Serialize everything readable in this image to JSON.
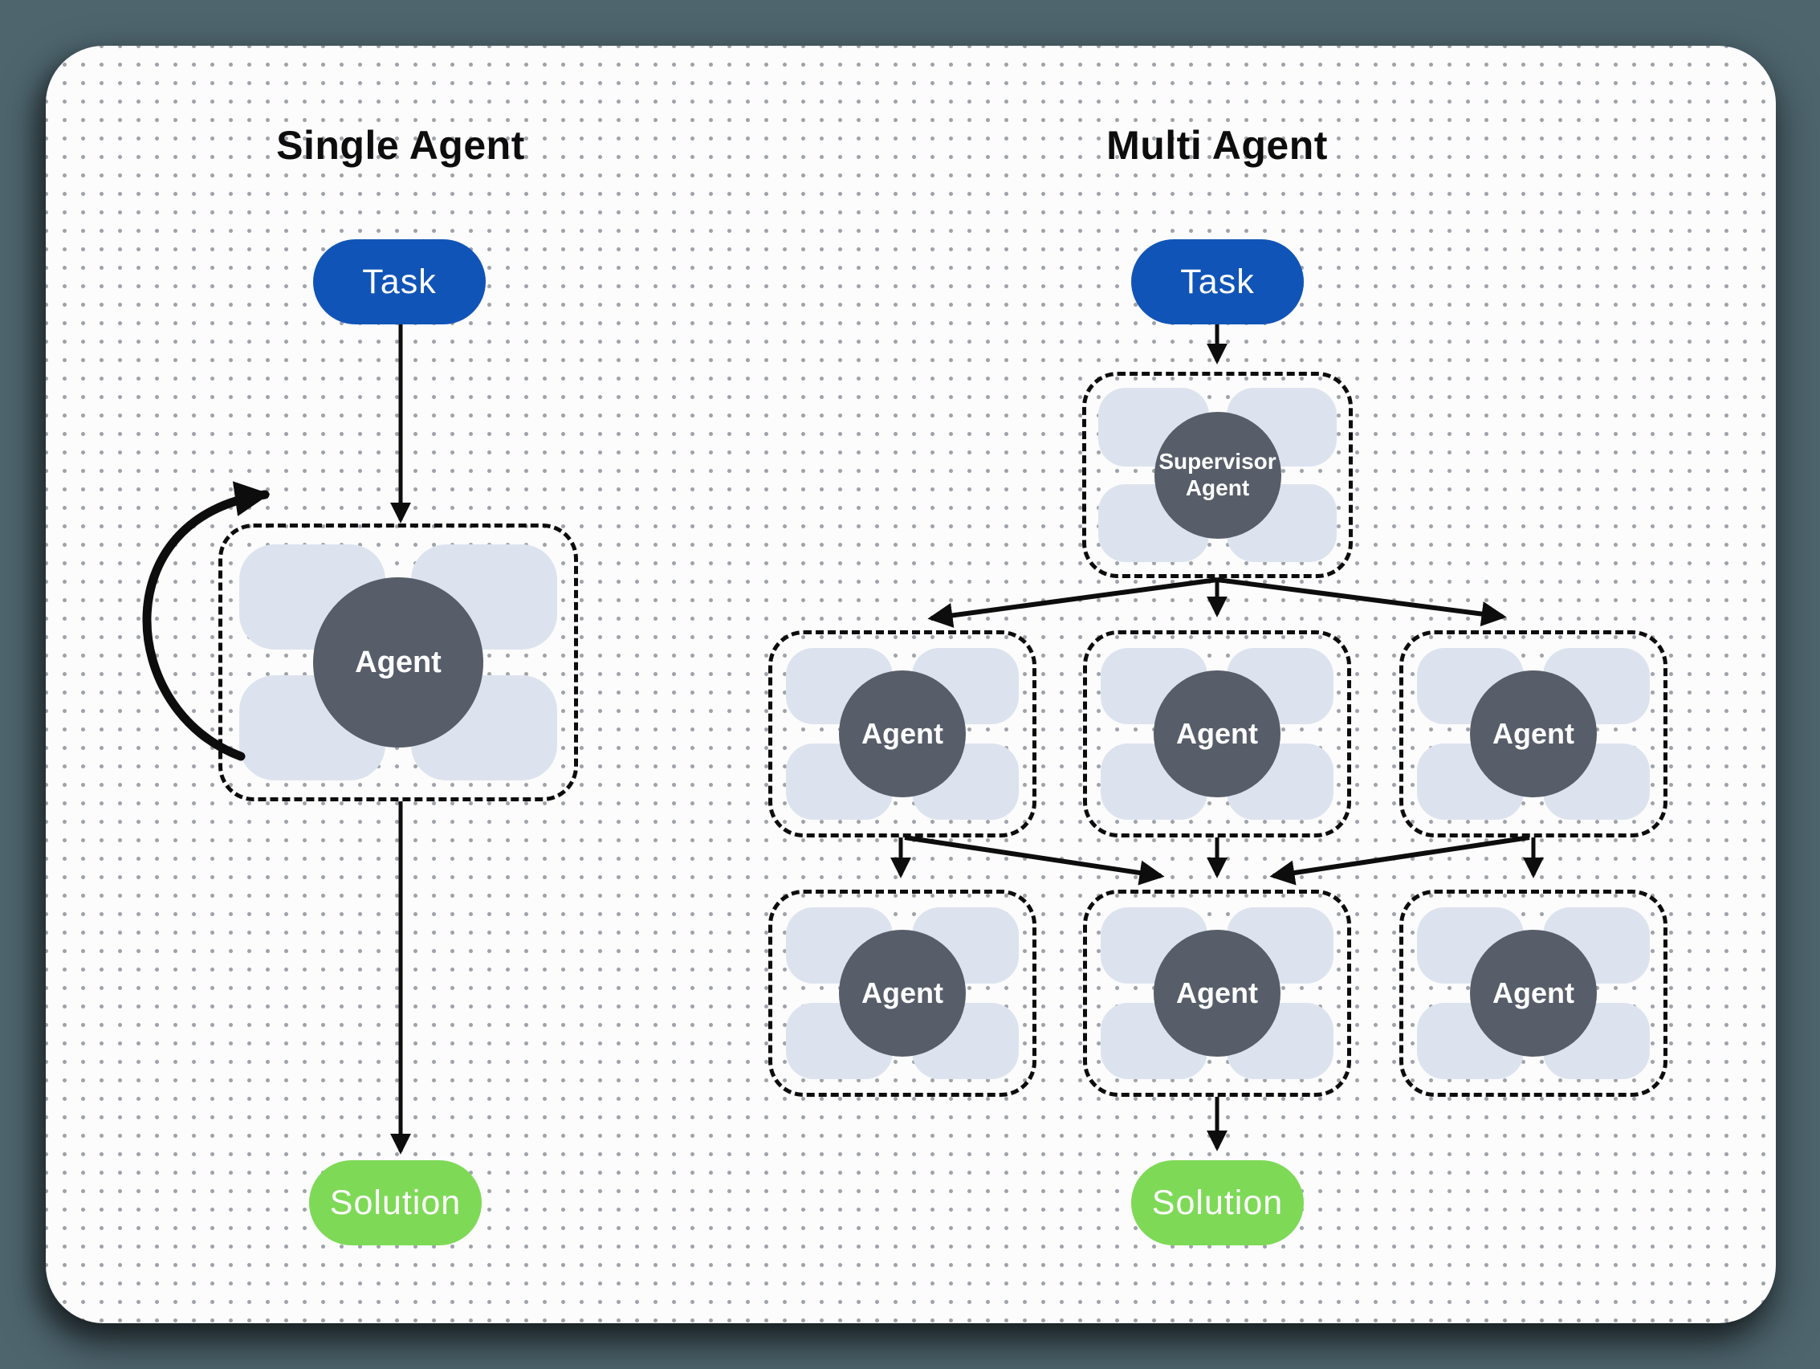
{
  "titles": {
    "single": "Single Agent",
    "multi": "Multi Agent"
  },
  "single_agent": {
    "task": {
      "label": "Task"
    },
    "agent": {
      "label": "Agent"
    },
    "solution": {
      "label": "Solution"
    }
  },
  "multi_agent": {
    "task": {
      "label": "Task"
    },
    "supervisor": {
      "line1": "Supervisor",
      "line2": "Agent"
    },
    "row1": [
      {
        "label": "Agent"
      },
      {
        "label": "Agent"
      },
      {
        "label": "Agent"
      }
    ],
    "row2": [
      {
        "label": "Agent"
      },
      {
        "label": "Agent"
      },
      {
        "label": "Agent"
      }
    ],
    "solution": {
      "label": "Solution"
    }
  },
  "colors": {
    "canvas_bg": "#4e656e",
    "card_bg": "#fcfcfd",
    "task_pill": "#1154b7",
    "solution_pill": "#7ed957",
    "agent_circle": "#575d69",
    "tool_block": "#dde3ee",
    "arrow": "#0d0d0d"
  }
}
